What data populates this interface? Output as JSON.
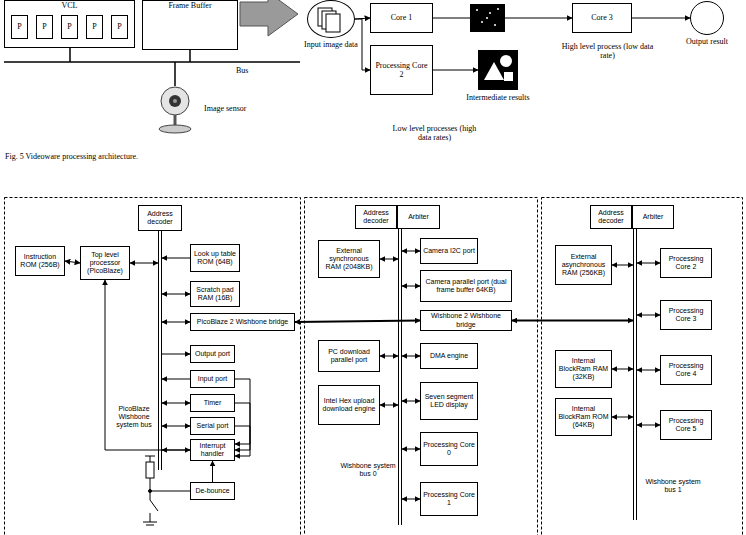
{
  "diagram": {
    "caption": "Fig. 5 Videoware processing architecture.",
    "nodes": [
      {
        "text": [
          "VCL"
        ]
      },
      {
        "text": [
          "P"
        ],
        "in": 0
      },
      {
        "text": [
          "P"
        ],
        "in": 0
      },
      {
        "text": [
          "P"
        ],
        "in": 0
      },
      {
        "text": [
          "P"
        ],
        "in": 0
      },
      {
        "text": [
          "P"
        ],
        "in": 0
      },
      {
        "text": [
          "Frame Buffer"
        ]
      },
      {
        "text": [
          "Input image data"
        ]
      },
      {
        "text": [
          "Core 1"
        ]
      },
      {
        "text": [
          "Core 3"
        ]
      },
      {
        "text": [
          "Output result"
        ]
      },
      {
        "text": [
          "Processing Core 2"
        ]
      },
      {
        "text": [
          "Intermediate results"
        ]
      },
      {
        "text": [
          "Address decoder"
        ]
      },
      {
        "text": [
          "Instruction ROM (256B)"
        ]
      },
      {
        "text": [
          "Top level processor (PicoBlaze)"
        ]
      },
      {
        "text": [
          "Look up table ROM (64B)"
        ]
      },
      {
        "text": [
          "Scratch pad RAM (16B)"
        ]
      },
      {
        "text": [
          "PicoBlaze 2 Wishbone bridge"
        ]
      },
      {
        "text": [
          "Output port"
        ]
      },
      {
        "text": [
          "Input port"
        ]
      },
      {
        "text": [
          "Timer"
        ]
      },
      {
        "text": [
          "Serial port"
        ]
      },
      {
        "text": [
          "Interrupt handler"
        ]
      },
      {
        "text": [
          "De-bounce"
        ]
      },
      {
        "text": [
          "Address decoder"
        ]
      },
      {
        "text": [
          "Arbiter"
        ]
      },
      {
        "text": [
          "External synchronous RAM (2048KB)"
        ]
      },
      {
        "text": [
          "Camera I2C port"
        ]
      },
      {
        "text": [
          "Camera parallel port (dual frame buffer 64KB)"
        ]
      },
      {
        "text": [
          "Wishbone 2 Wishbone bridge"
        ]
      },
      {
        "text": [
          "PC download parallel port"
        ]
      },
      {
        "text": [
          "DMA engine"
        ]
      },
      {
        "text": [
          "Intel Hex upload download engine"
        ]
      },
      {
        "text": [
          "Seven segment LED display"
        ]
      },
      {
        "text": [
          "Processing Core 0"
        ]
      },
      {
        "text": [
          "Processing Core 1"
        ]
      },
      {
        "text": [
          "Address decoder"
        ]
      },
      {
        "text": [
          "Arbiter"
        ]
      },
      {
        "text": [
          "External asynchronous RAM (256KB)"
        ]
      },
      {
        "text": [
          "Internal BlockRam RAM (32KB)"
        ]
      },
      {
        "text": [
          "Internal BlockRam ROM (64KB)"
        ]
      },
      {
        "text": [
          "Processing Core 2"
        ]
      },
      {
        "text": [
          "Processing Core 3"
        ]
      },
      {
        "text": [
          "Processing Core 4"
        ]
      },
      {
        "text": [
          "Processing Core 5"
        ]
      }
    ],
    "edges": [
      {
        "from": 7,
        "to": 8,
        "arrow": "to"
      },
      {
        "from": 7,
        "to": 11,
        "arrow": "to"
      },
      {
        "from": 8,
        "to": 9,
        "arrow": "to"
      },
      {
        "from": 9,
        "to": 10,
        "arrow": "to"
      },
      {
        "from": 11,
        "to": 12,
        "arrow": "to"
      },
      {
        "from": 14,
        "to": 15,
        "arrow": "both"
      },
      {
        "from": 18,
        "to": 30,
        "arrow": "both"
      },
      {
        "from": 23,
        "to": 15,
        "arrow": "to"
      },
      {
        "from": 20,
        "to": 23,
        "arrow": "to"
      },
      {
        "from": 21,
        "to": 23,
        "arrow": "to"
      },
      {
        "from": 22,
        "to": 23,
        "arrow": "to"
      },
      {
        "from": 24,
        "to": 23,
        "arrow": "to"
      }
    ],
    "labels": [
      "Bus",
      "Image sensor",
      "High level process (low data rate)",
      "Low level processes (high data rates)",
      "PicoBlaze Wishbone system bus",
      "Wishbone system bus 0",
      "Wishbone system bus 1"
    ]
  }
}
